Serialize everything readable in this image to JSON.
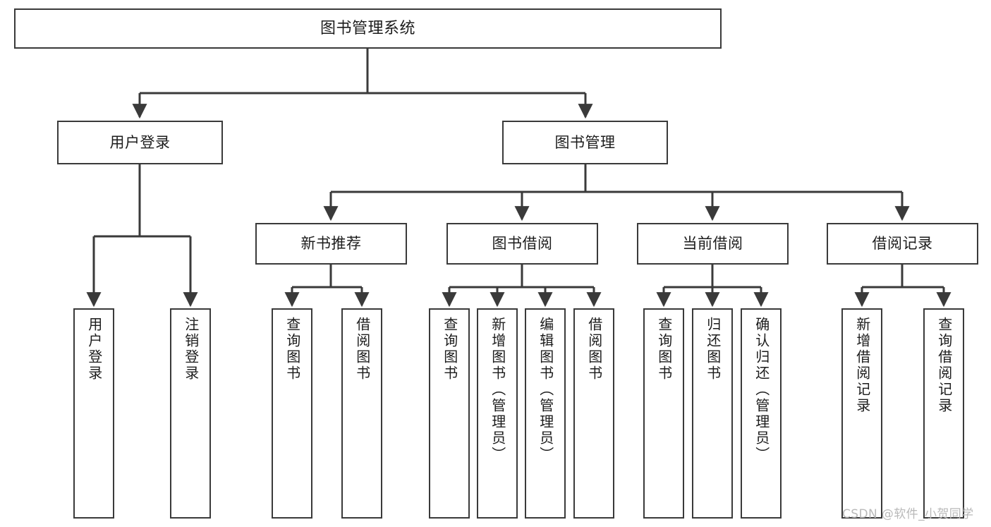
{
  "diagram": {
    "type": "hierarchy-tree",
    "title": "图书管理系统",
    "levels": {
      "root": {
        "label": "图书管理系统"
      },
      "level2": [
        {
          "label": "用户登录"
        },
        {
          "label": "图书管理"
        }
      ],
      "level3": [
        {
          "label": "新书推荐"
        },
        {
          "label": "图书借阅"
        },
        {
          "label": "当前借阅"
        },
        {
          "label": "借阅记录"
        }
      ],
      "leaves": {
        "user_login": [
          {
            "label": "用户登录"
          },
          {
            "label": "注销登录"
          }
        ],
        "new_book_recommend": [
          {
            "label": "查询图书"
          },
          {
            "label": "借阅图书"
          }
        ],
        "book_borrow": [
          {
            "label": "查询图书"
          },
          {
            "label": "新增图书（管理员）"
          },
          {
            "label": "编辑图书（管理员）"
          },
          {
            "label": "借阅图书"
          }
        ],
        "current_borrow": [
          {
            "label": "查询图书"
          },
          {
            "label": "归还图书"
          },
          {
            "label": "确认归还（管理员）"
          }
        ],
        "borrow_record": [
          {
            "label": "新增借阅记录"
          },
          {
            "label": "查询借阅记录"
          }
        ]
      }
    },
    "colors": {
      "stroke": "#3a3a3a",
      "fill": "#ffffff",
      "text": "#1c1c1c",
      "watermark": "#b9b9b9"
    }
  },
  "watermark": {
    "text": "CSDN @软件_小贺同学"
  }
}
